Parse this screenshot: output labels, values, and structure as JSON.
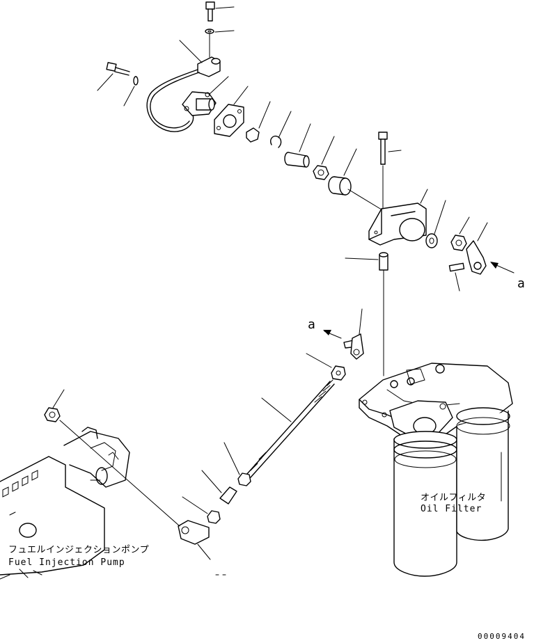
{
  "labels": {
    "oil_filter_jp": "オイルフィルタ",
    "oil_filter_en": "Oil Filter",
    "pump_jp": "フュエルインジェクションポンプ",
    "pump_en": "Fuel Injection Pump",
    "ref_a_right": "a",
    "ref_a_left": "a",
    "drawing_no": "00009404"
  }
}
